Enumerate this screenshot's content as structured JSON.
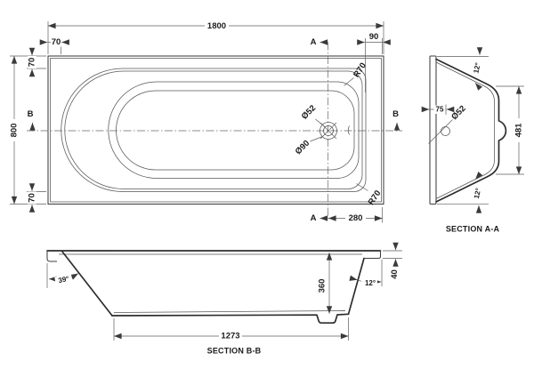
{
  "plan": {
    "marker_a": "A",
    "marker_b": "B",
    "dim_length": "1800",
    "dim_end_inset": "70",
    "dim_rim_top": "70",
    "dim_width": "800",
    "dim_rim_bottom": "70",
    "dim_right_inset": "90",
    "dim_drain_to_end": "280",
    "label_waste_dia": "Ø52",
    "label_recess_dia": "Ø90",
    "label_radius_top": "R70",
    "label_radius_bottom": "R70"
  },
  "section_aa": {
    "title": "SECTION A-A",
    "dim_top_angle": "12°",
    "dim_bottom_angle": "12°",
    "dim_drain_offset": "75",
    "label_drain_dia": "Ø52",
    "dim_base_width": "481"
  },
  "section_bb": {
    "title": "SECTION B-B",
    "dim_head_angle": "39°",
    "dim_depth": "360",
    "dim_foot_angle": "12°",
    "dim_rim_height": "40",
    "dim_base_length": "1273"
  }
}
